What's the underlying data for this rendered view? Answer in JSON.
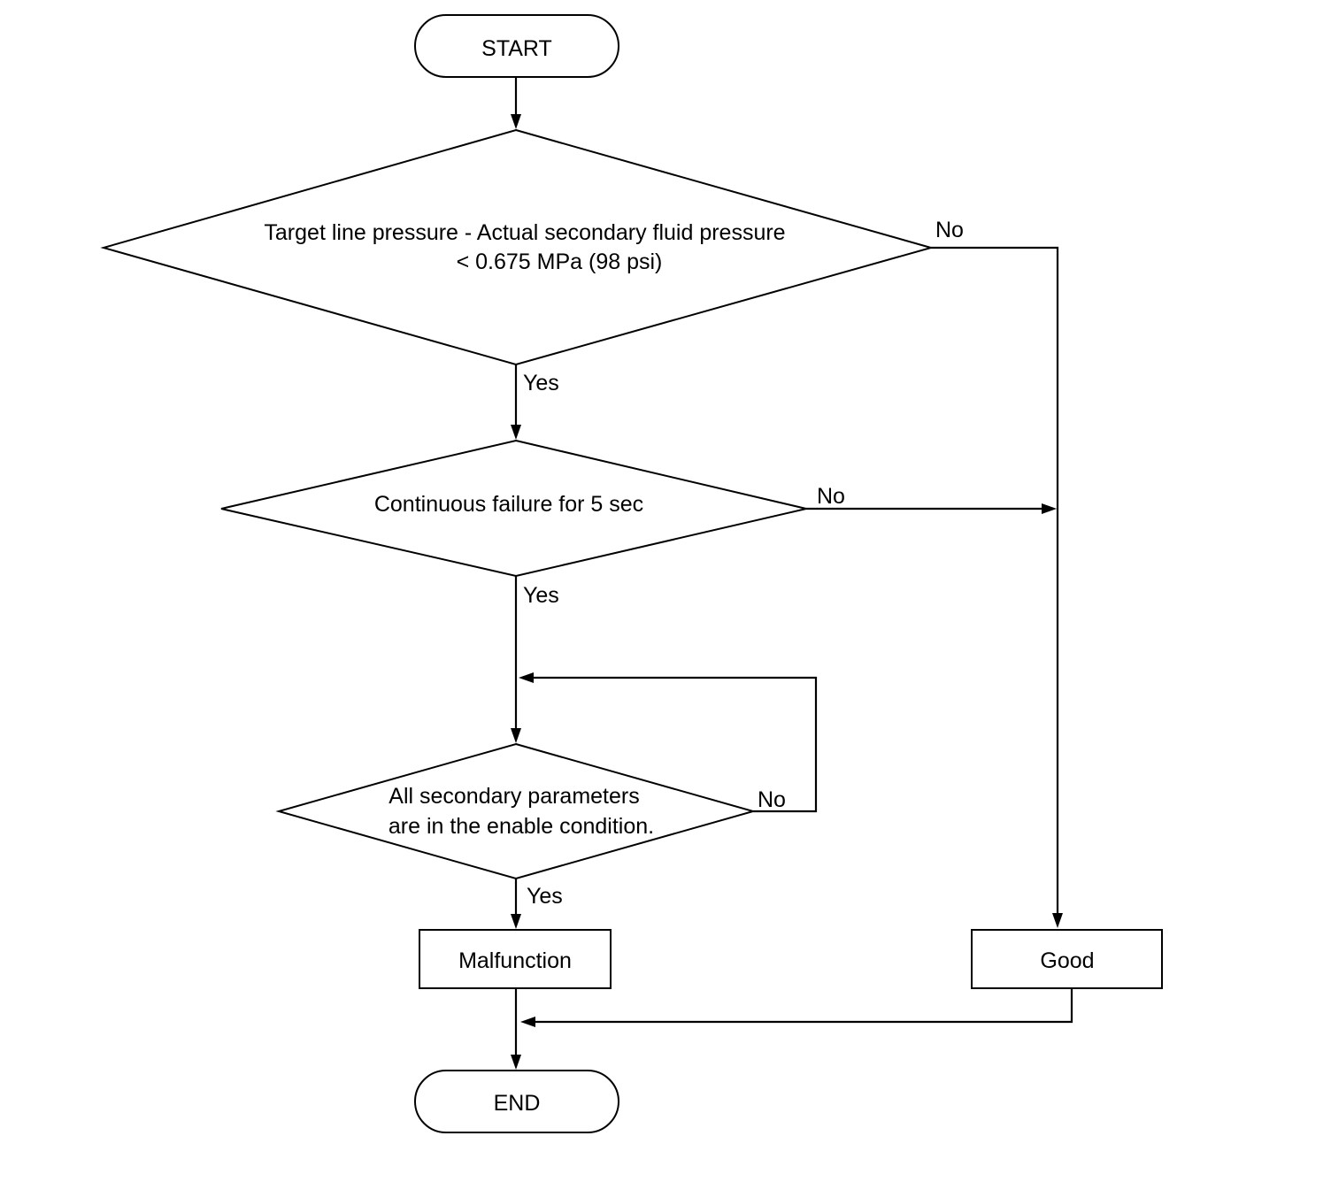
{
  "nodes": {
    "start": "START",
    "decision1": [
      "Target line pressure - Actual secondary fluid pressure",
      "< 0.675 MPa (98 psi)"
    ],
    "decision2": "Continuous failure for 5 sec",
    "decision3": [
      "All secondary parameters",
      "are in the enable condition."
    ],
    "malfunction": "Malfunction",
    "good": "Good",
    "end": "END"
  },
  "edge_labels": {
    "d1_yes": "Yes",
    "d1_no": "No",
    "d2_yes": "Yes",
    "d2_no": "No",
    "d3_yes": "Yes",
    "d3_no": "No"
  }
}
